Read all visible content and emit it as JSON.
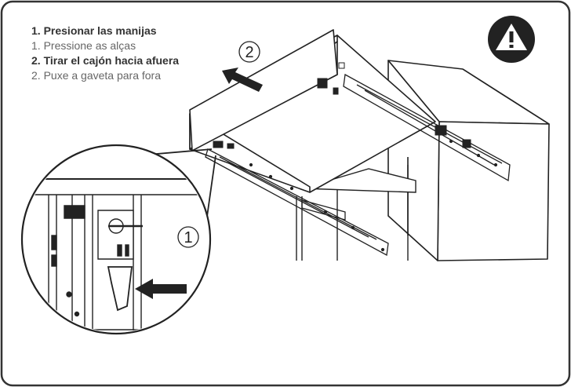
{
  "instructions": [
    {
      "text": "1. Presionar las manijas",
      "lang": "es"
    },
    {
      "text": "1. Pressione as alças",
      "lang": "pt"
    },
    {
      "text": "2. Tirar el cajón hacia afuera",
      "lang": "es"
    },
    {
      "text": "2. Puxe a gaveta para fora",
      "lang": "pt"
    }
  ],
  "callouts": {
    "step_one": "1",
    "step_two": "2"
  },
  "warning": {
    "icon": "exclamation-warning-icon",
    "color": "#222222"
  },
  "colors": {
    "ink": "#222222",
    "frame": "#333333",
    "bold_text": "#333333",
    "light_text": "#666666"
  }
}
